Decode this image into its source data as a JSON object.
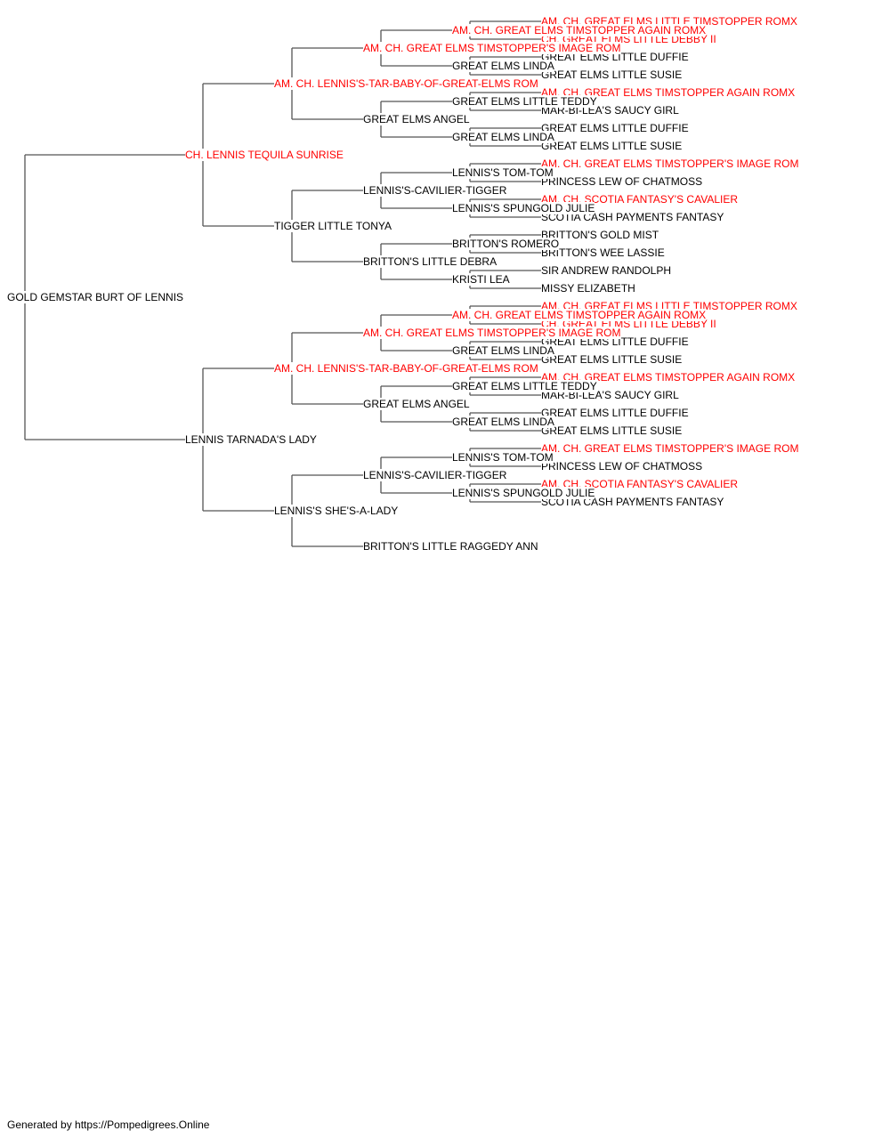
{
  "colors": {
    "titled": "#ff0000",
    "plain": "#000000",
    "line": "#555555"
  },
  "pedigree": {
    "name": "GOLD GEMSTAR BURT OF LENNIS",
    "titled": false,
    "sire": {
      "name": "CH. LENNIS TEQUILA SUNRISE",
      "titled": true,
      "sire": {
        "name": "AM. CH. LENNIS'S-TAR-BABY-OF-GREAT-ELMS ROM",
        "titled": true,
        "sire": {
          "name": "AM. CH. GREAT ELMS TIMSTOPPER'S IMAGE ROM",
          "titled": true,
          "sire": {
            "name": "AM. CH. GREAT ELMS TIMSTOPPER AGAIN ROMX",
            "titled": true,
            "sire": {
              "name": "AM. CH. GREAT ELMS LITTLE TIMSTOPPER ROMX",
              "titled": true
            },
            "dam": {
              "name": "CH. GREAT ELMS LITTLE DEBBY II",
              "titled": true
            }
          },
          "dam": {
            "name": "GREAT ELMS LINDA",
            "titled": false,
            "sire": {
              "name": "GREAT ELMS LITTLE DUFFIE",
              "titled": false
            },
            "dam": {
              "name": "GREAT ELMS LITTLE SUSIE",
              "titled": false
            }
          }
        },
        "dam": {
          "name": "GREAT ELMS ANGEL",
          "titled": false,
          "sire": {
            "name": "GREAT ELMS LITTLE TEDDY",
            "titled": false,
            "sire": {
              "name": "AM. CH. GREAT ELMS TIMSTOPPER AGAIN ROMX",
              "titled": true
            },
            "dam": {
              "name": "MAR-BI-LEA'S SAUCY GIRL",
              "titled": false
            }
          },
          "dam": {
            "name": "GREAT ELMS LINDA",
            "titled": false,
            "sire": {
              "name": "GREAT ELMS LITTLE DUFFIE",
              "titled": false
            },
            "dam": {
              "name": "GREAT ELMS LITTLE SUSIE",
              "titled": false
            }
          }
        }
      },
      "dam": {
        "name": "TIGGER LITTLE TONYA",
        "titled": false,
        "sire": {
          "name": "LENNIS'S-CAVILIER-TIGGER",
          "titled": false,
          "sire": {
            "name": "LENNIS'S TOM-TOM",
            "titled": false,
            "sire": {
              "name": "AM. CH. GREAT ELMS TIMSTOPPER'S IMAGE ROM",
              "titled": true
            },
            "dam": {
              "name": "PRINCESS LEW OF CHATMOSS",
              "titled": false
            }
          },
          "dam": {
            "name": "LENNIS'S SPUNGOLD JULIE",
            "titled": false,
            "sire": {
              "name": "AM. CH. SCOTIA FANTASY'S CAVALIER",
              "titled": true
            },
            "dam": {
              "name": "SCOTIA CASH PAYMENTS FANTASY",
              "titled": false
            }
          }
        },
        "dam": {
          "name": "BRITTON'S LITTLE DEBRA",
          "titled": false,
          "sire": {
            "name": "BRITTON'S ROMERO",
            "titled": false,
            "sire": {
              "name": "BRITTON'S GOLD MIST",
              "titled": false
            },
            "dam": {
              "name": "BRITTON'S WEE LASSIE",
              "titled": false
            }
          },
          "dam": {
            "name": "KRISTI LEA",
            "titled": false,
            "sire": {
              "name": "SIR ANDREW RANDOLPH",
              "titled": false
            },
            "dam": {
              "name": "MISSY ELIZABETH",
              "titled": false
            }
          }
        }
      }
    },
    "dam": {
      "name": "LENNIS TARNADA'S LADY",
      "titled": false,
      "sire": {
        "name": "AM. CH. LENNIS'S-TAR-BABY-OF-GREAT-ELMS ROM",
        "titled": true,
        "sire": {
          "name": "AM. CH. GREAT ELMS TIMSTOPPER'S IMAGE ROM",
          "titled": true,
          "sire": {
            "name": "AM. CH. GREAT ELMS TIMSTOPPER AGAIN ROMX",
            "titled": true,
            "sire": {
              "name": "AM. CH. GREAT ELMS LITTLE TIMSTOPPER ROMX",
              "titled": true
            },
            "dam": {
              "name": "CH. GREAT ELMS LITTLE DEBBY II",
              "titled": true
            }
          },
          "dam": {
            "name": "GREAT ELMS LINDA",
            "titled": false,
            "sire": {
              "name": "GREAT ELMS LITTLE DUFFIE",
              "titled": false
            },
            "dam": {
              "name": "GREAT ELMS LITTLE SUSIE",
              "titled": false
            }
          }
        },
        "dam": {
          "name": "GREAT ELMS ANGEL",
          "titled": false,
          "sire": {
            "name": "GREAT ELMS LITTLE TEDDY",
            "titled": false,
            "sire": {
              "name": "AM. CH. GREAT ELMS TIMSTOPPER AGAIN ROMX",
              "titled": true
            },
            "dam": {
              "name": "MAR-BI-LEA'S SAUCY GIRL",
              "titled": false
            }
          },
          "dam": {
            "name": "GREAT ELMS LINDA",
            "titled": false,
            "sire": {
              "name": "GREAT ELMS LITTLE DUFFIE",
              "titled": false
            },
            "dam": {
              "name": "GREAT ELMS LITTLE SUSIE",
              "titled": false
            }
          }
        }
      },
      "dam": {
        "name": "LENNIS'S SHE'S-A-LADY",
        "titled": false,
        "sire": {
          "name": "LENNIS'S-CAVILIER-TIGGER",
          "titled": false,
          "sire": {
            "name": "LENNIS'S TOM-TOM",
            "titled": false,
            "sire": {
              "name": "AM. CH. GREAT ELMS TIMSTOPPER'S IMAGE ROM",
              "titled": true
            },
            "dam": {
              "name": "PRINCESS LEW OF CHATMOSS",
              "titled": false
            }
          },
          "dam": {
            "name": "LENNIS'S SPUNGOLD JULIE",
            "titled": false,
            "sire": {
              "name": "AM. CH. SCOTIA FANTASY'S CAVALIER",
              "titled": true
            },
            "dam": {
              "name": "SCOTIA CASH PAYMENTS FANTASY",
              "titled": false
            }
          }
        },
        "dam": {
          "name": "BRITTON'S LITTLE RAGGEDY ANN",
          "titled": false
        }
      }
    }
  },
  "footer": {
    "text": "Generated by https://Pompedigrees.Online"
  }
}
